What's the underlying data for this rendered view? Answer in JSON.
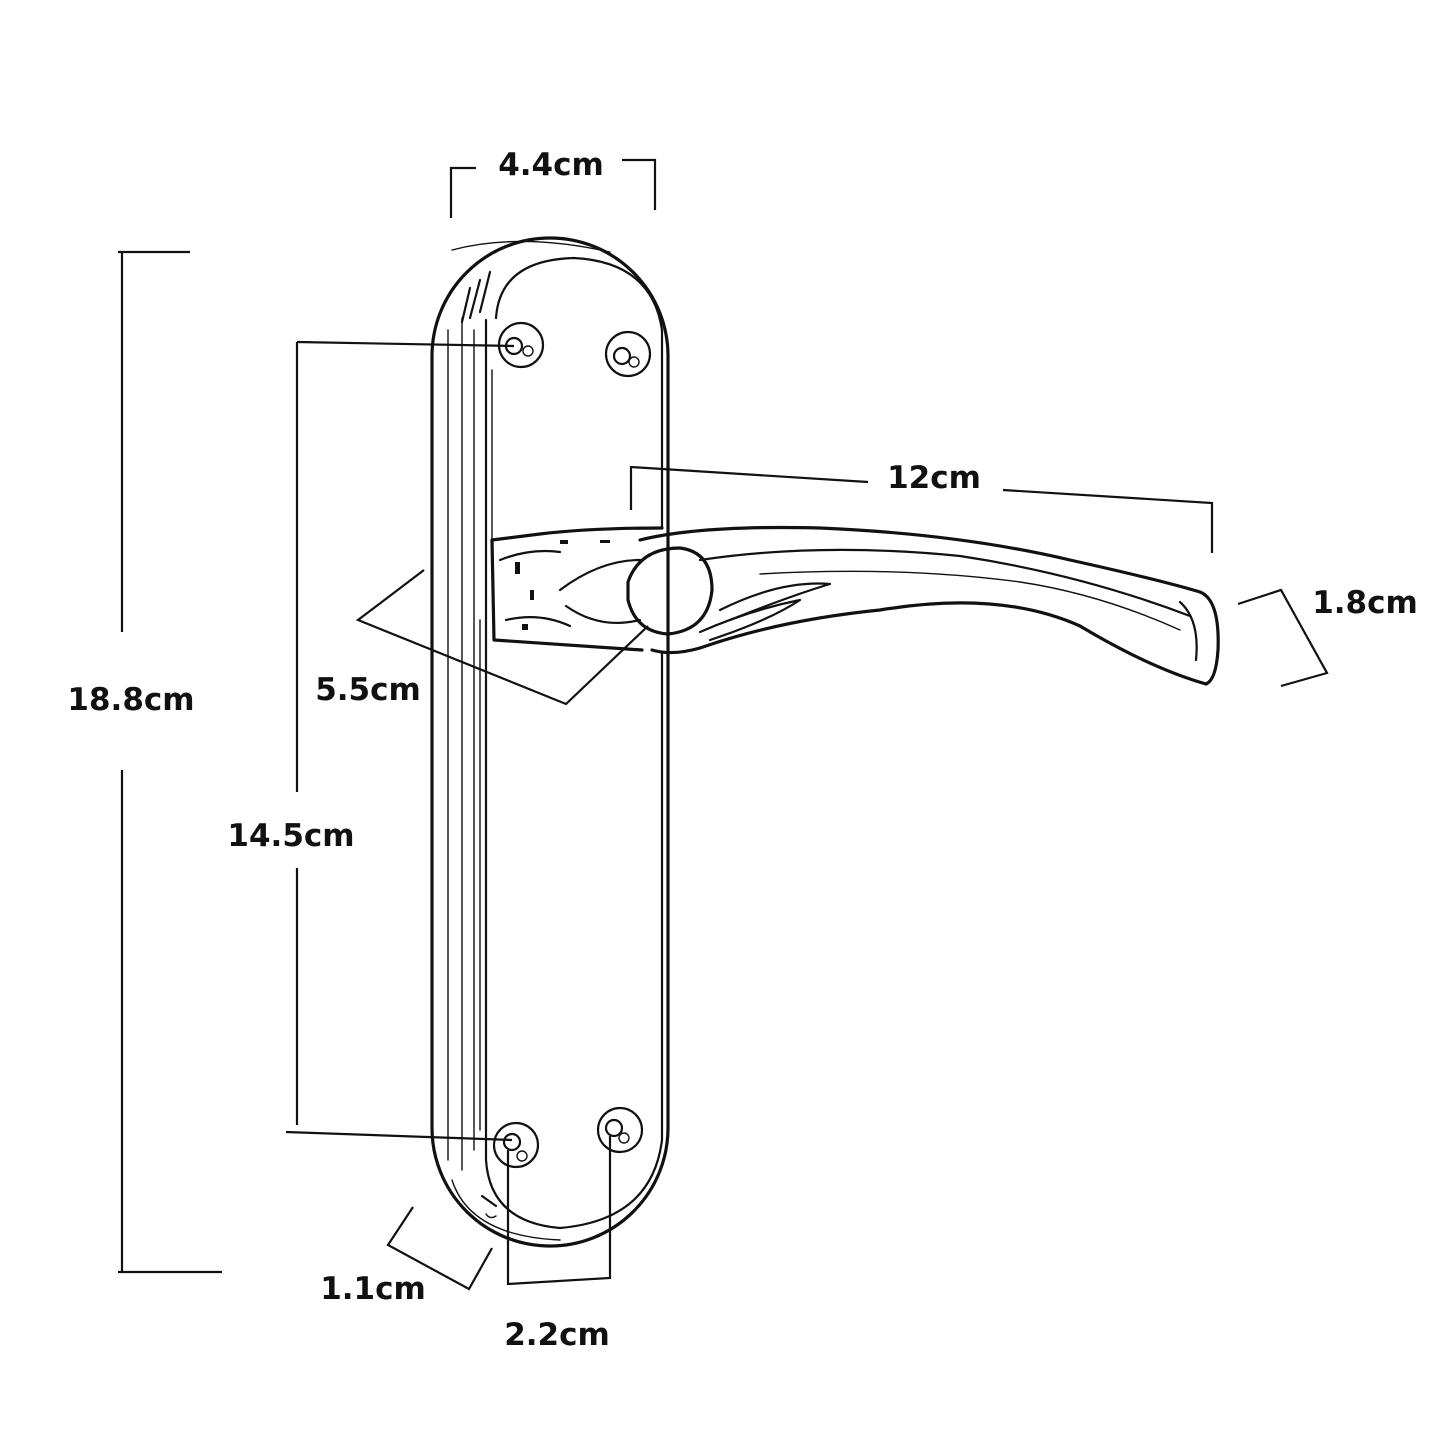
{
  "colors": {
    "background": "#ffffff",
    "ink": "#111111"
  },
  "dimensions": {
    "plate_width": "4.4cm",
    "overall_height": "18.8cm",
    "screw_spacing_vertical": "14.5cm",
    "lever_length": "12cm",
    "lever_tip_width": "1.8cm",
    "lever_projection": "5.5cm",
    "plate_depth": "1.1cm",
    "screw_spacing_horizontal": "2.2cm"
  }
}
